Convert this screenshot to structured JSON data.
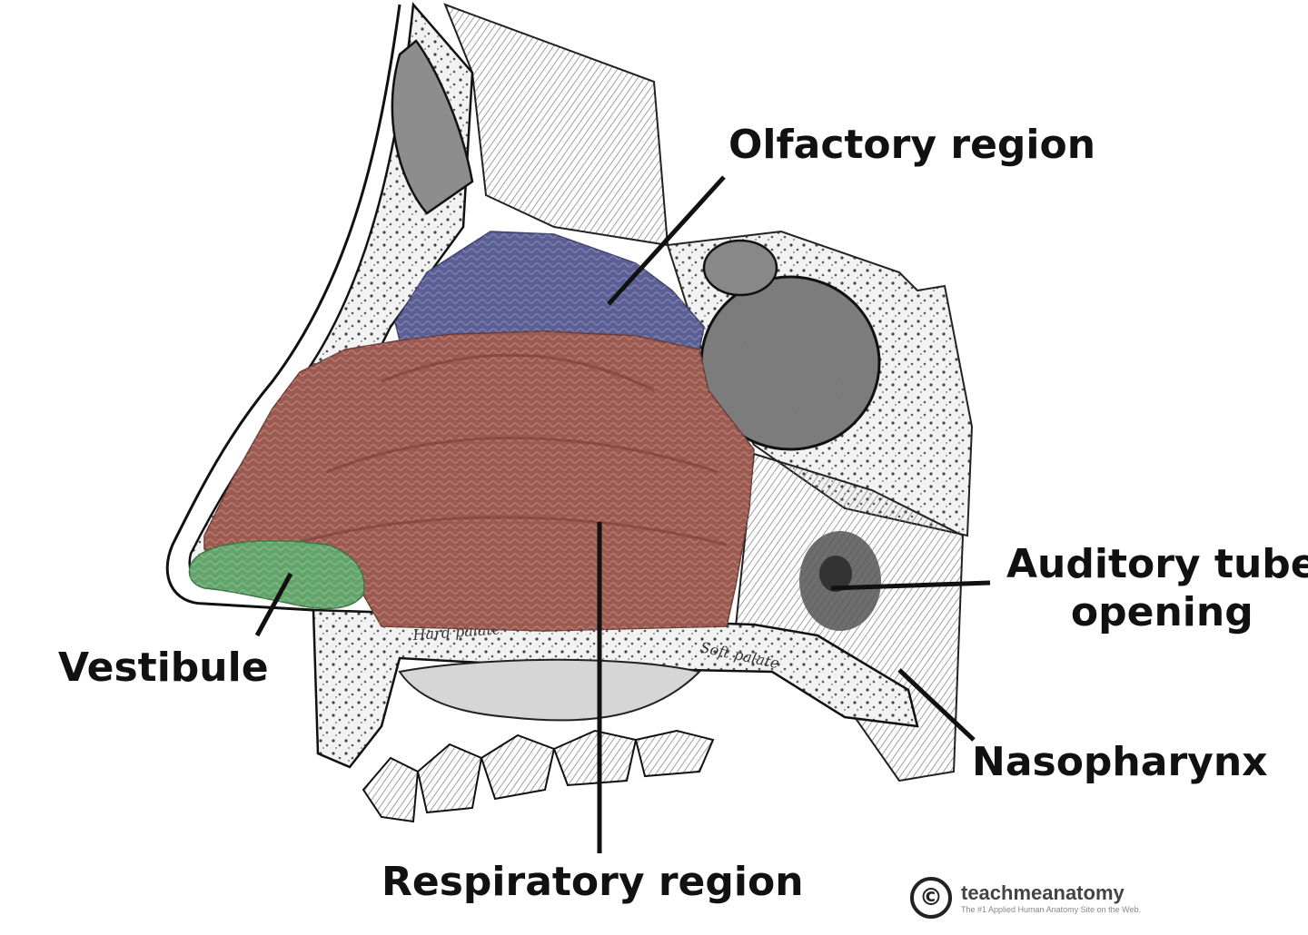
{
  "labels": {
    "olfactory": "Olfactory region",
    "auditory_line1": "Auditory tube",
    "auditory_line2": "opening",
    "vestibule": "Vestibule",
    "nasopharynx": "Nasopharynx",
    "respiratory": "Respiratory region"
  },
  "engraved_text": {
    "hard_palate": "Hard palate",
    "soft_palate": "Soft palate"
  },
  "logo": {
    "symbol": "©",
    "name": "teachmeanatomy",
    "tagline": "The #1 Applied Human Anatomy Site on the Web."
  },
  "colors": {
    "olfactory": "#5b5f95",
    "respiratory": "#9c5a50",
    "vestibule": "#63a56a",
    "bone": "#e9e9e9",
    "sinus": "#8a8a8a",
    "outline": "#1a1a1a"
  }
}
